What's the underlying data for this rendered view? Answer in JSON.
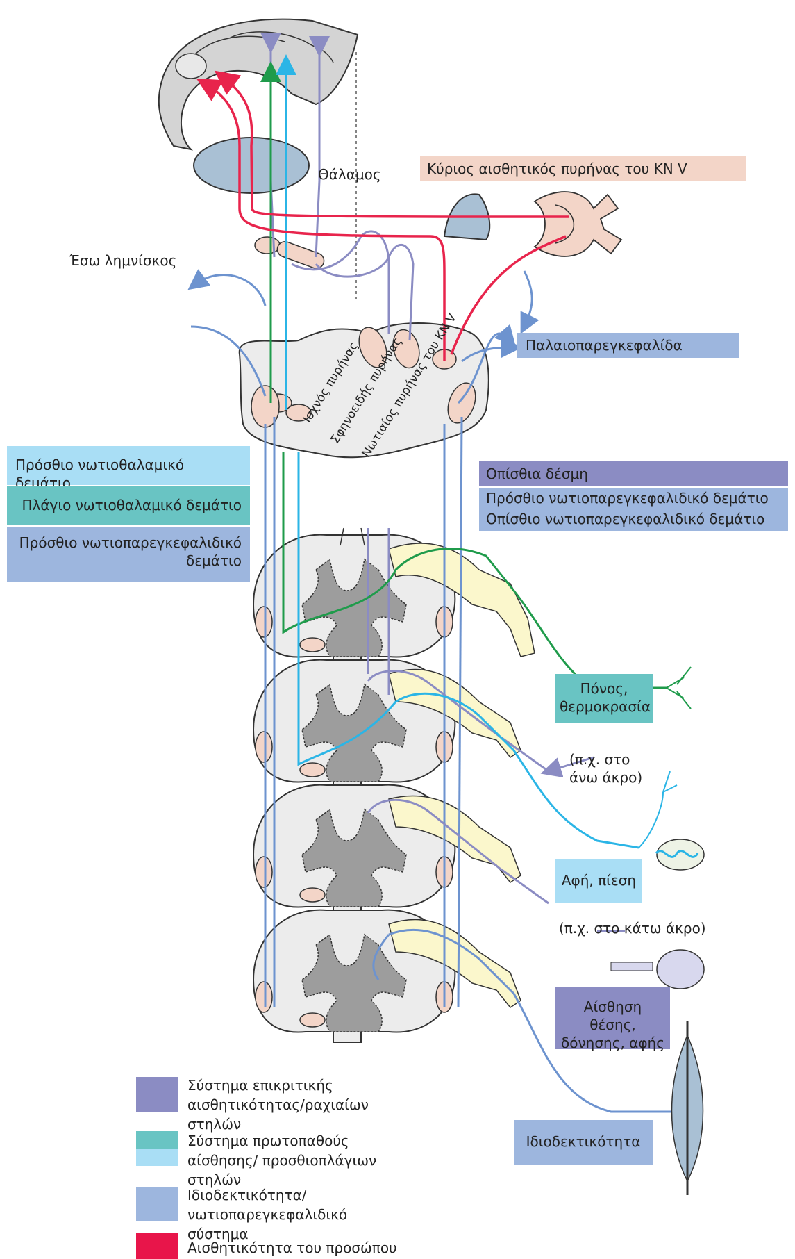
{
  "colors": {
    "dorsal_column": "#8b8cc3",
    "pain_temp": "#1f9b4b",
    "touch": "#2bb5e6",
    "proprio": "#6d93cf",
    "face": "#e8244c",
    "cord_fill": "#ececec",
    "grey_matter": "#9d9d9d",
    "tract_fill": "#f3d5c8",
    "root_fill": "#fbf7cc"
  },
  "labels": {
    "thalamus": "Θάλαμος",
    "medial_lemniscus": "Έσω λημνίσκος",
    "trigeminal_main": "Κύριος αισθητικός πυρήνας του ΚΝ V",
    "paleocerebellum": "Παλαιοπαρεγκεφαλίδα",
    "gracile": "Ισχνός πυρήνας",
    "cuneate": "Σφηνοειδής πυρήνας",
    "spinal_trigeminal": "Νωτιαίος πυρήνας του ΚΝ V",
    "ant_spinothalamic": "Πρόσθιο νωτιοθαλαμικό δεμάτιο",
    "lat_spinothalamic": "Πλάγιο νωτιοθαλαμικό δεμάτιο",
    "ant_spinocerebellar_left": "Πρόσθιο νωτιοπαρεγκεφαλιδικό δεμάτιο",
    "posterior_column": "Οπίσθια δέσμη",
    "ant_spinocerebellar_right": "Πρόσθιο νωτιοπαρεγκεφαλιδικό δεμάτιο",
    "post_spinocerebellar": "Οπίσθιο νωτιοπαρεγκεφαλιδικό δεμάτιο",
    "pain": "Πόνος, θερμοκρασία",
    "upper_limb": "(π.χ. στο άνω άκρο)",
    "touch_pressure": "Αφή, πίεση",
    "lower_limb": "(π.χ. στο κάτω άκρο)",
    "position": "Αίσθηση θέσης, δόνησης, αφής",
    "proprioception": "Ιδιοδεκτικότητα"
  },
  "legend": [
    {
      "text": "Σύστημα επικριτικής αισθητικότητας/ραχιαίων στηλών",
      "color": "#8b8cc3"
    },
    {
      "text": "Σύστημα πρωτοπαθούς αίσθησης/ προσθιοπλάγιων στηλών",
      "color": "#69c4c3",
      "color2": "#a9def5"
    },
    {
      "text": "Ιδιοδεκτικότητα/νωτιοπαρεγκεφαλιδικό σύστημα",
      "color": "#9db6de"
    },
    {
      "text": "Αισθητικότητα του προσώπου",
      "color": "#e8154a"
    }
  ]
}
